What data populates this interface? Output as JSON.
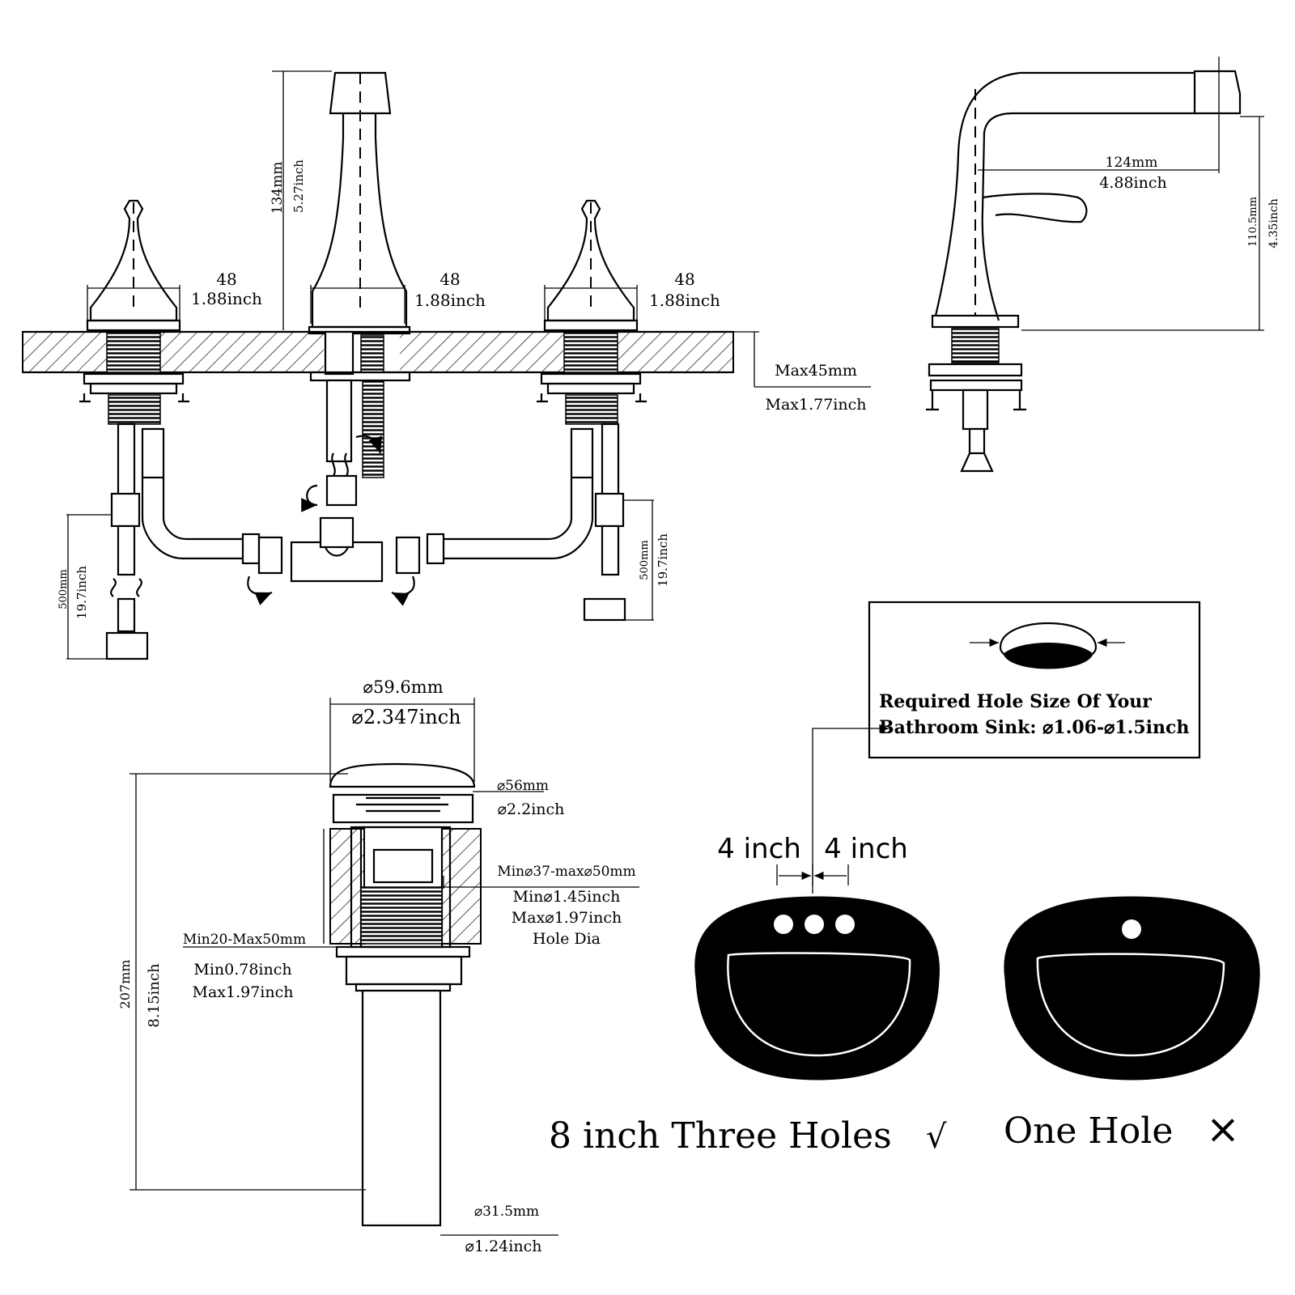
{
  "faucet_front": {
    "height_mm": "134mm",
    "height_in": "5.27inch",
    "handle_left_mm": "48",
    "handle_left_in": "1.88inch",
    "spout_mm": "48",
    "spout_in": "1.88inch",
    "handle_right_mm": "48",
    "handle_right_in": "1.88inch",
    "deck_max_mm": "Max45mm",
    "deck_max_in": "Max1.77inch",
    "hose_left_mm": "500mm",
    "hose_left_in": "19.7inch",
    "hose_right_mm": "500mm",
    "hose_right_in": "19.7inch"
  },
  "faucet_side": {
    "reach_mm": "124mm",
    "reach_in": "4.88inch",
    "height_mm": "110.5mm",
    "height_in": "4.35inch"
  },
  "drain": {
    "cap_dia_mm": "⌀59.6mm",
    "cap_dia_in": "⌀2.347inch",
    "flange_dia_mm": "⌀56mm",
    "flange_dia_in": "⌀2.2inch",
    "hole_mm": "Min⌀37-max⌀50mm",
    "hole_min_in": "Min⌀1.45inch",
    "hole_max_in": "Max⌀1.97inch",
    "hole_label": "Hole Dia",
    "thickness_mm": "Min20-Max50mm",
    "thickness_min_in": "Min0.78inch",
    "thickness_max_in": "Max1.97inch",
    "height_mm": "207mm",
    "height_in": "8.15inch",
    "pipe_dia_mm": "⌀31.5mm",
    "pipe_dia_in": "⌀1.24inch"
  },
  "hole_info": {
    "line1": "Required Hole Size Of Your",
    "line2": "Bathroom Sink: ⌀1.06-⌀1.5inch"
  },
  "sinks": {
    "spacing_left": "4 inch",
    "spacing_right": "4 inch",
    "three_holes_label": "8 inch Three Holes",
    "three_holes_mark": "√",
    "one_hole_label": "One Hole",
    "one_hole_mark": "×"
  }
}
